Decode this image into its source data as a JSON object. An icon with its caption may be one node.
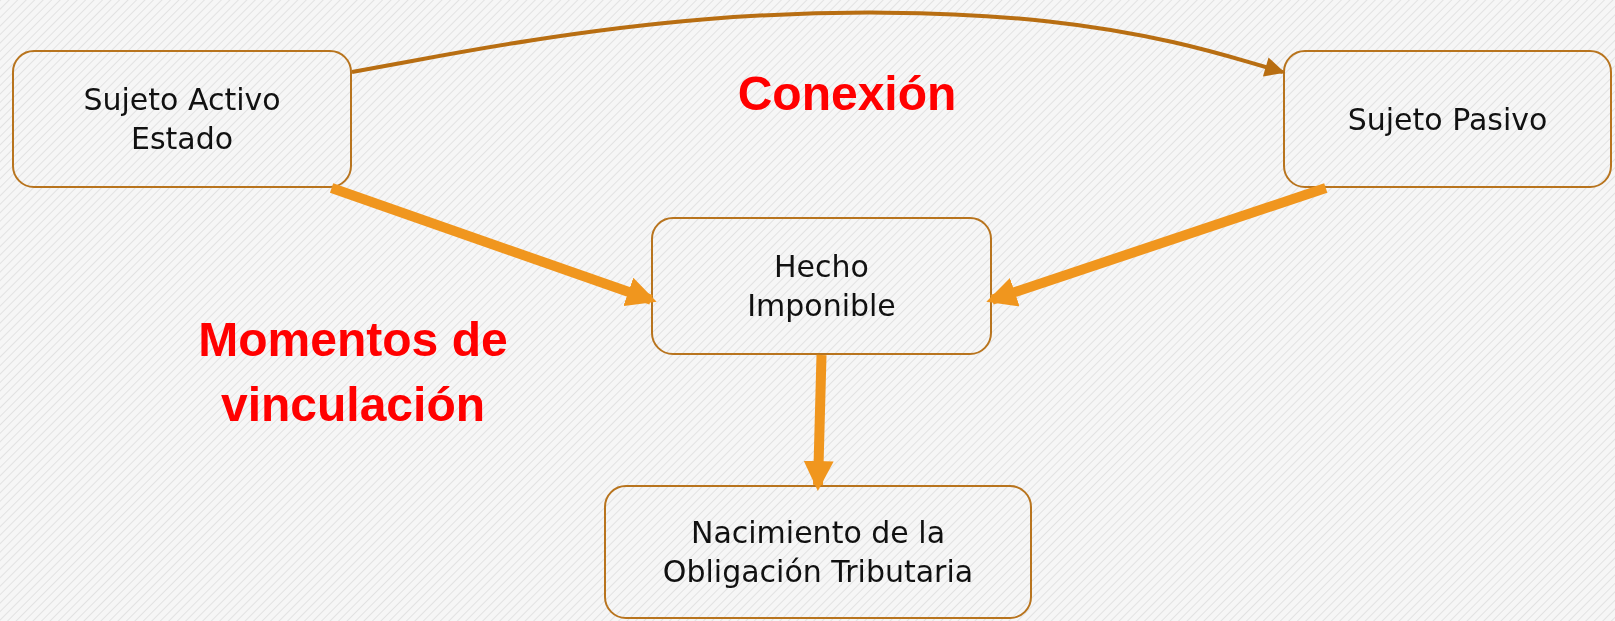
{
  "diagram": {
    "nodes": [
      {
        "text": [
          "Sujeto Activo Estado"
        ]
      },
      {
        "text": [
          "Sujeto Pasivo"
        ]
      },
      {
        "text": [
          "Hecho Imponible"
        ]
      },
      {
        "text": [
          "Nacimiento de la Obligación Tributaria"
        ]
      }
    ],
    "edges": [
      {
        "from": 0,
        "to": 1,
        "arrow": "to",
        "color": "#b86e12"
      },
      {
        "from": 0,
        "to": 2,
        "arrow": "to"
      },
      {
        "from": 1,
        "to": 2,
        "arrow": "to"
      },
      {
        "from": 2,
        "to": 3,
        "arrow": "to"
      }
    ],
    "labels": [
      "Conexión",
      "Momentos de vinculación"
    ]
  }
}
